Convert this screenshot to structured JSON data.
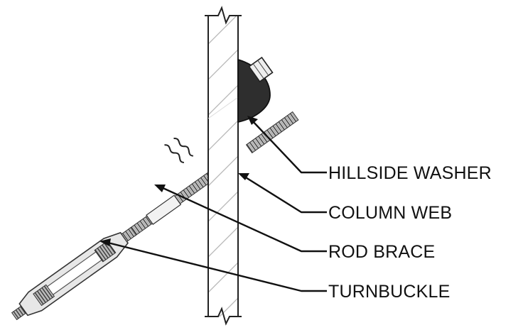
{
  "callouts": [
    {
      "id": "hillside-washer",
      "label": "HILLSIDE WASHER"
    },
    {
      "id": "column-web",
      "label": "COLUMN WEB"
    },
    {
      "id": "rod-brace",
      "label": "ROD BRACE"
    },
    {
      "id": "turnbuckle",
      "label": "TURNBUCKLE"
    }
  ],
  "colors": {
    "ink": "#111111",
    "hatch": "#b8b8b8",
    "washer": "#2e2e2e",
    "thread": "#555555"
  },
  "icons": [
    "break-line-icon"
  ]
}
